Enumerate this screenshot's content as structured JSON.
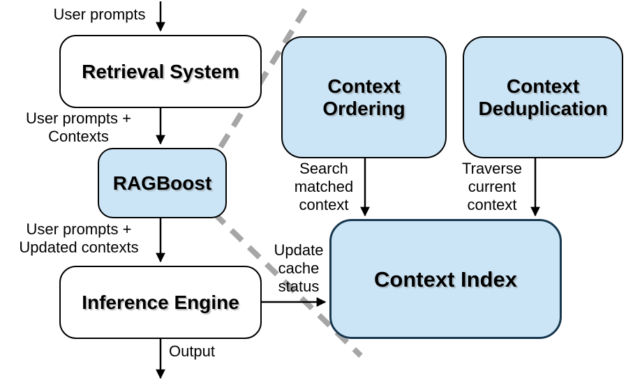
{
  "colors": {
    "background": "#ffffff",
    "node_fill_blue": "#cbe5f6",
    "node_fill_white": "#ffffff",
    "node_border": "#000000",
    "index_border": "#17374e",
    "arrow": "#000000",
    "divider": "#a6a6a6",
    "text": "#000000"
  },
  "nodes": {
    "retrieval_system": "Retrieval System",
    "ragboost": "RAGBoost",
    "inference_engine": "Inference Engine",
    "context_ordering": "Context\nOrdering",
    "context_deduplication": "Context\nDeduplication",
    "context_index": "Context Index"
  },
  "edge_labels": {
    "user_prompts": "User prompts",
    "user_prompts_contexts": "User prompts +\nContexts",
    "user_prompts_updated_contexts": "User prompts +\nUpdated contexts",
    "output": "Output",
    "update_cache_status": "Update\ncache\nstatus",
    "search_matched_context": "Search\nmatched\ncontext",
    "traverse_current_context": "Traverse\ncurrent\ncontext"
  }
}
